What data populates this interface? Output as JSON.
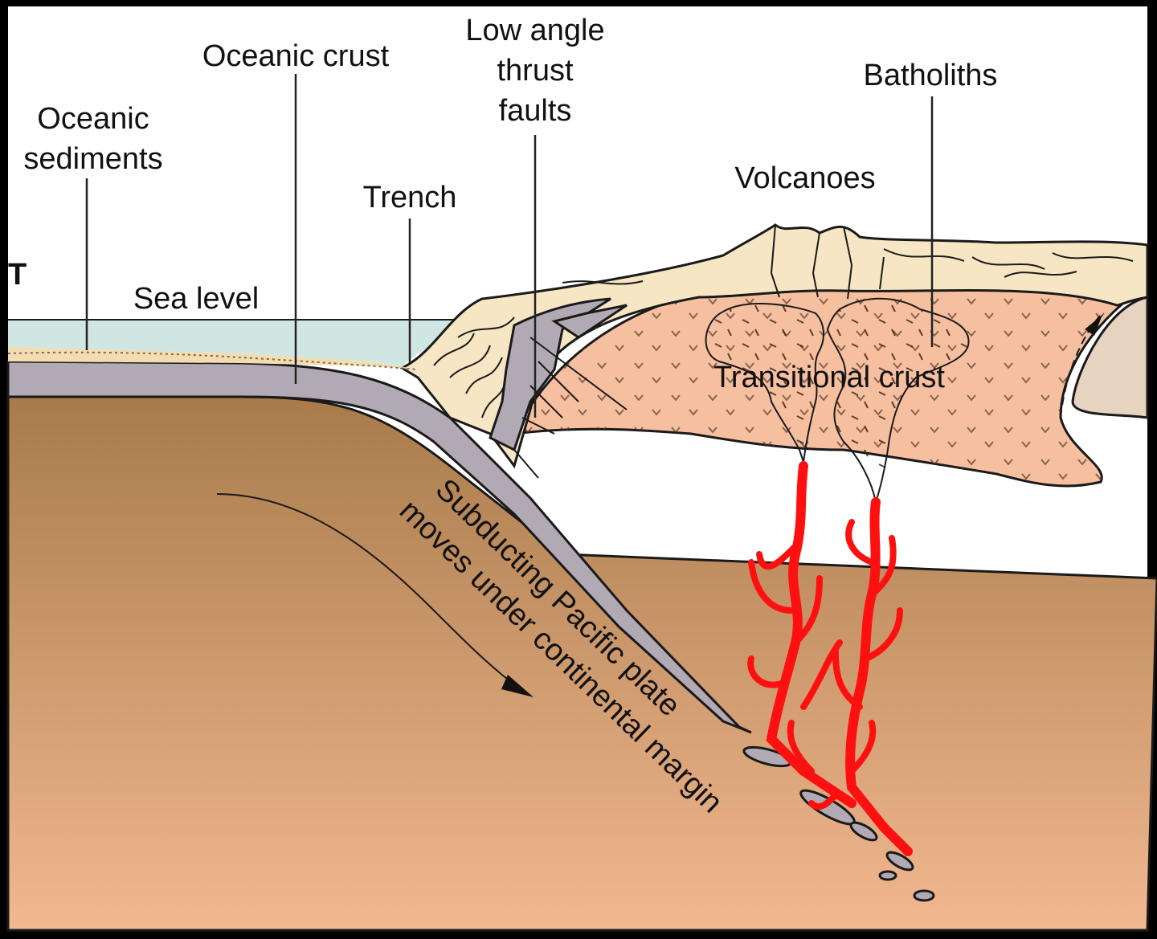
{
  "labels": {
    "oceanic_sediments_1": "Oceanic",
    "oceanic_sediments_2": "sediments",
    "oceanic_crust": "Oceanic crust",
    "low_angle_1": "Low angle",
    "low_angle_2": "thrust",
    "low_angle_3": "faults",
    "trench": "Trench",
    "volcanoes": "Volcanoes",
    "batholiths": "Batholiths",
    "sea_level": "Sea level",
    "transitional_crust": "Transitional crust",
    "subducting_1": "Subducting Pacific plate",
    "subducting_2": "moves under continental margin",
    "edge_fragment": "T"
  },
  "colors": {
    "sky": "#ffffff",
    "sea": "#cfe6e3",
    "mantle_top": "#a87b4a",
    "mantle_bottom": "#f2b890",
    "oceanic_crust": "#b1a9b3",
    "sediments": "#f3ddb0",
    "accretionary": "#f6e6c3",
    "transitional_crust": "#f6c0a0",
    "batholith": "#b5662a",
    "magma": "#ff1010",
    "craton": "#e6d3c0",
    "frame": "#000000"
  }
}
